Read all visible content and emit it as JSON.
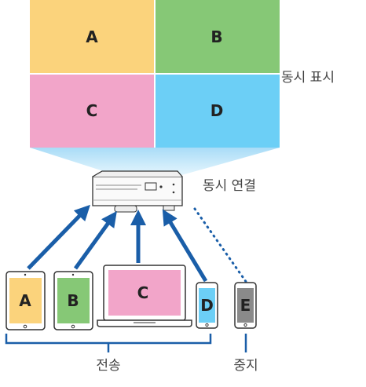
{
  "screen": {
    "cells": [
      {
        "label": "A",
        "color": "#fbd37c"
      },
      {
        "label": "B",
        "color": "#86c876"
      },
      {
        "label": "C",
        "color": "#f2a5c9"
      },
      {
        "label": "D",
        "color": "#6ccff6"
      }
    ]
  },
  "labels": {
    "simultaneous_display": "동시 표시",
    "simultaneous_connection": "동시 연결",
    "transmit": "전송",
    "stop": "중지"
  },
  "devices": [
    {
      "type": "tablet",
      "label": "A",
      "color": "#fbd37c"
    },
    {
      "type": "tablet",
      "label": "B",
      "color": "#86c876"
    },
    {
      "type": "laptop",
      "label": "C",
      "color": "#f2a5c9"
    },
    {
      "type": "phone",
      "label": "D",
      "color": "#6ccff6"
    },
    {
      "type": "phone",
      "label": "E",
      "color": "#8a8a8a"
    }
  ],
  "colors": {
    "arrow": "#1a5ea8",
    "beam": "#bfe6fa",
    "bracket": "#1a5ea8"
  }
}
